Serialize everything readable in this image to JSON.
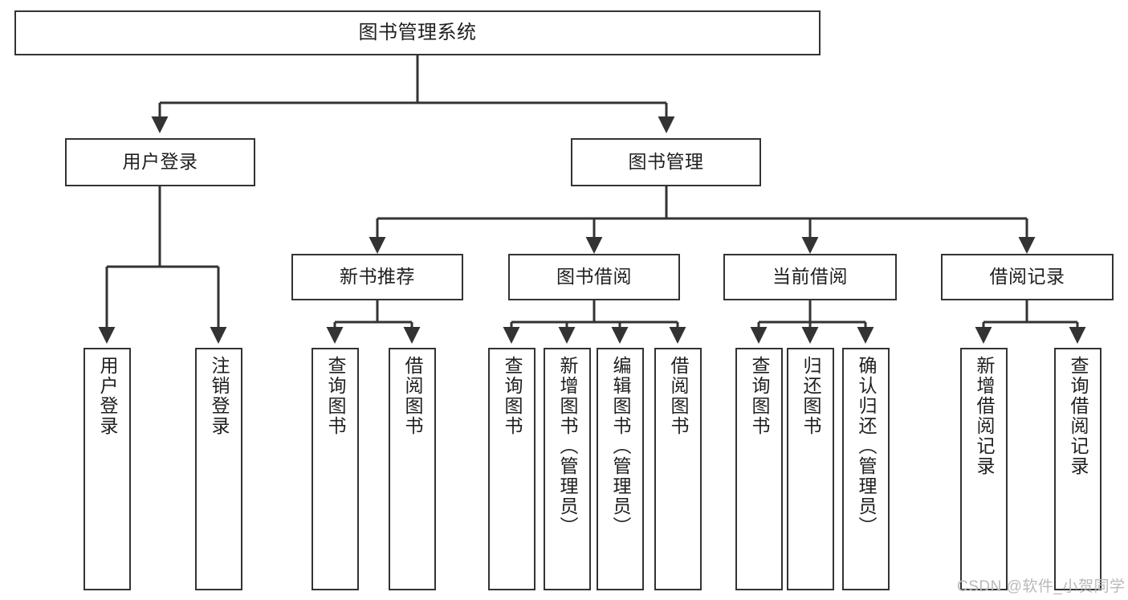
{
  "diagram": {
    "type": "tree",
    "title": "图书管理系统",
    "stroke_color": "#333333",
    "text_color": "#1f1f1f",
    "background_color": "#ffffff",
    "root": {
      "label": "图书管理系统"
    },
    "level1": [
      {
        "label": "用户登录"
      },
      {
        "label": "图书管理"
      }
    ],
    "level2": [
      {
        "label": "新书推荐"
      },
      {
        "label": "图书借阅"
      },
      {
        "label": "当前借阅"
      },
      {
        "label": "借阅记录"
      }
    ],
    "leaves": {
      "user_login": [
        {
          "label": "用户登录"
        },
        {
          "label": "注销登录"
        }
      ],
      "new_book": [
        {
          "label": "查询图书"
        },
        {
          "label": "借阅图书"
        }
      ],
      "book_borrow": [
        {
          "label": "查询图书"
        },
        {
          "label": "新增图书（管理员）"
        },
        {
          "label": "编辑图书（管理员）"
        },
        {
          "label": "借阅图书"
        }
      ],
      "current_borrow": [
        {
          "label": "查询图书"
        },
        {
          "label": "归还图书"
        },
        {
          "label": "确认归还（管理员）"
        }
      ],
      "borrow_record": [
        {
          "label": "新增借阅记录"
        },
        {
          "label": "查询借阅记录"
        }
      ]
    }
  },
  "watermark": {
    "text": "CSDN @软件_小贺同学"
  }
}
